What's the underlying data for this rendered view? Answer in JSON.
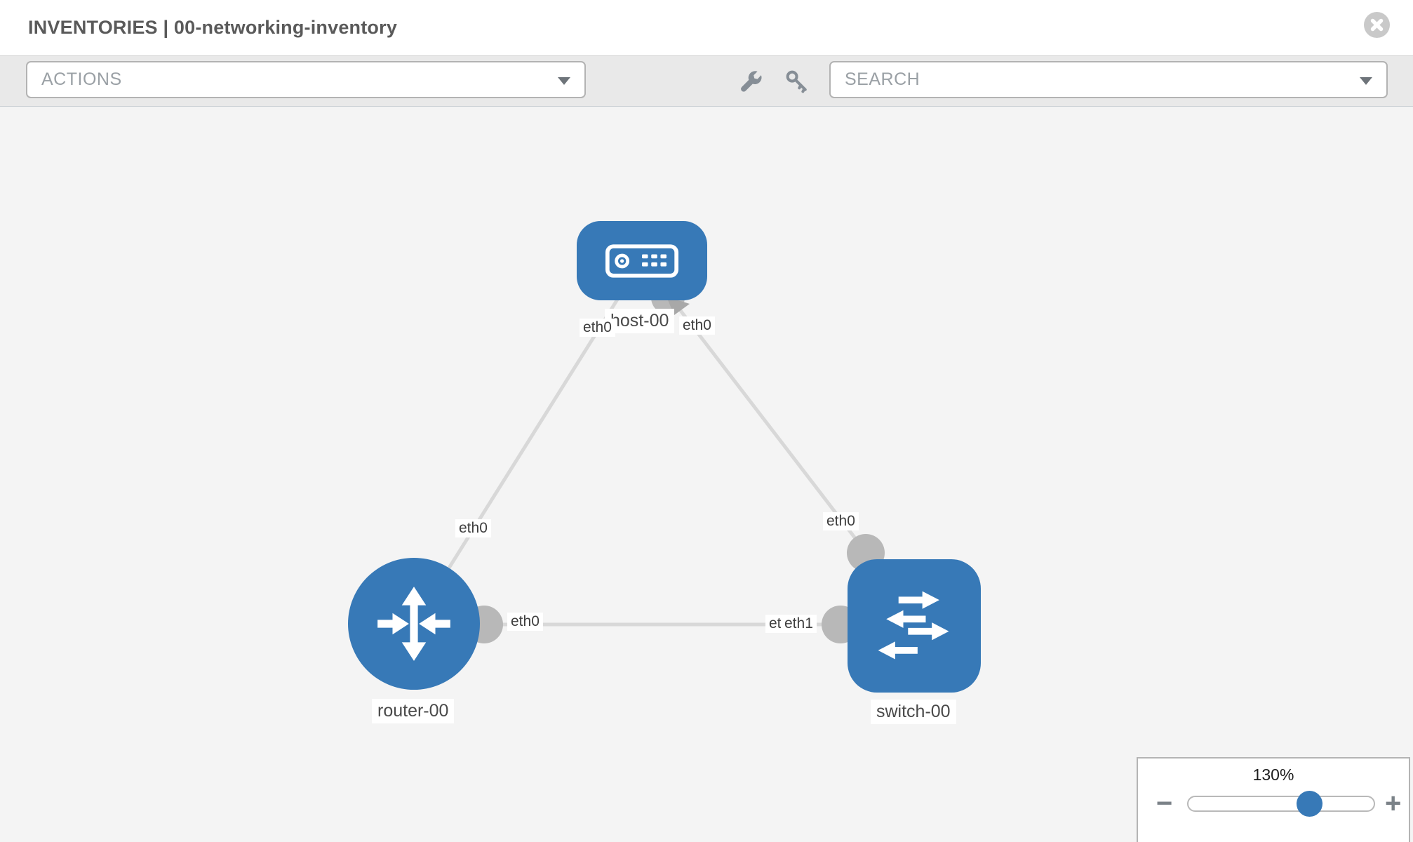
{
  "header": {
    "title": "INVENTORIES | 00-networking-inventory"
  },
  "toolbar": {
    "actions_label": "ACTIONS",
    "search_label": "SEARCH",
    "tool_icons": [
      "wrench-icon",
      "key-icon"
    ]
  },
  "diagram": {
    "nodes": [
      {
        "label": "host-00",
        "type": "host"
      },
      {
        "label": "router-00",
        "type": "router"
      },
      {
        "label": "switch-00",
        "type": "switch"
      }
    ],
    "links": [
      {
        "from": "host-00",
        "from_interface": "eth0",
        "to": "router-00",
        "to_interface": "eth0"
      },
      {
        "from": "host-00",
        "from_interface": "eth0",
        "to": "switch-00",
        "to_interface": "eth0"
      },
      {
        "from": "router-00",
        "from_interface": "eth0",
        "to": "switch-00",
        "to_interface": "eth1"
      }
    ],
    "port_labels": [
      {
        "text": "eth0"
      },
      {
        "text": "eth0"
      },
      {
        "text": "eth0"
      },
      {
        "text": "eth0"
      },
      {
        "text": "eth0"
      },
      {
        "text": "eth0"
      },
      {
        "text": "eth1"
      }
    ]
  },
  "zoom_control": {
    "level": "130%",
    "minus_glyph": "−",
    "plus_glyph": "+"
  },
  "colors": {
    "node_blue": "#3779b7",
    "link_gray": "#d8d8d8",
    "connector_gray": "#b8b8b8",
    "canvas_bg": "#f4f4f4"
  }
}
